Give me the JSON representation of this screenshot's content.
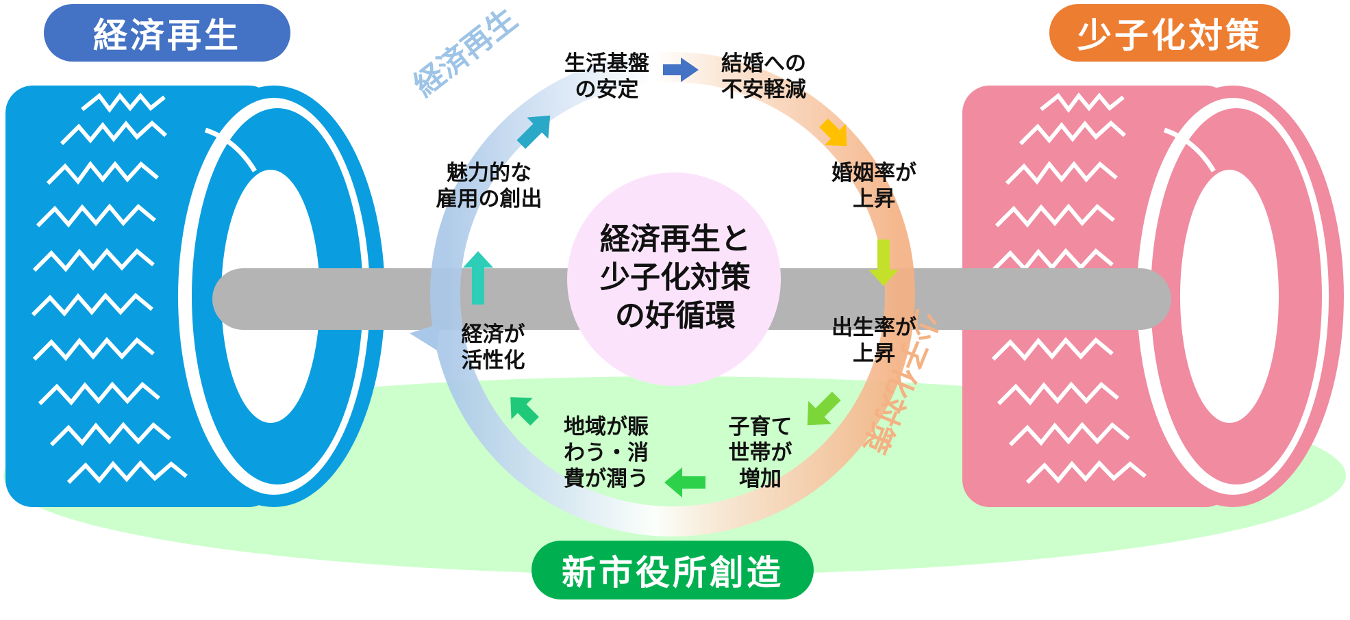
{
  "labels": {
    "economy": "経済再生",
    "birthrate": "少子化対策",
    "city_hall": "新市役所創造"
  },
  "arc_labels": {
    "left": "経済再生",
    "right": "少子化対策"
  },
  "center": {
    "line1": "経済再生と",
    "line2": "少子化対策",
    "line3": "の好循環"
  },
  "cycle": [
    {
      "line1": "生活基盤",
      "line2": "の安定"
    },
    {
      "line1": "結婚への",
      "line2": "不安軽減"
    },
    {
      "line1": "婚姻率が",
      "line2": "上昇"
    },
    {
      "line1": "出生率が",
      "line2": "上昇"
    },
    {
      "line1": "子育て",
      "line2": "世帯が",
      "line3": "増加"
    },
    {
      "line1": "地域が賑",
      "line2": "わう・消",
      "line3": "費が潤う"
    },
    {
      "line1": "経済が",
      "line2": "活性化"
    },
    {
      "line1": "魅力的な",
      "line2": "雇用の創出"
    }
  ],
  "colors": {
    "economy_pill": "#4472C4",
    "birthrate_pill": "#ED7D31",
    "city_hall_pill": "#00B050",
    "tire_left": "#0A9EE0",
    "tire_right": "#F08BA0",
    "axle": "#B4B4B4",
    "ground": "#CCFFCC",
    "center_circle": "#FBE4FB",
    "arc_left_text": "#9DC3E6",
    "arc_right_text": "#F4B183"
  },
  "icons": {
    "tire_left": "tire-icon",
    "tire_right": "tire-icon",
    "cycle_arrows": "arrow-icon"
  }
}
